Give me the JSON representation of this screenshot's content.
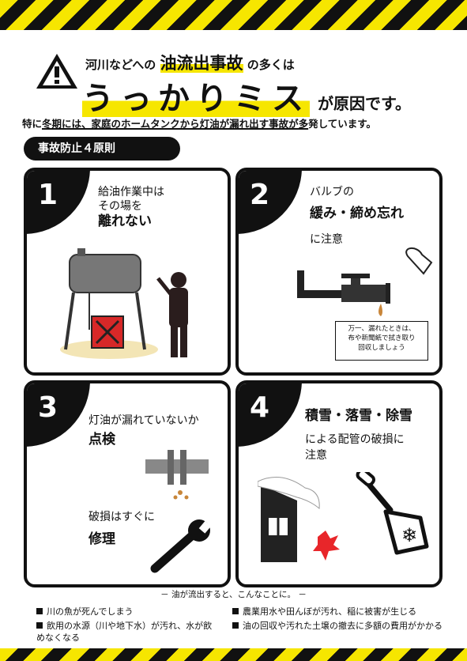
{
  "header": {
    "line1_pre": "河川などへの",
    "line1_emph": "油流出事故",
    "line1_post": "の多くは",
    "line2_main": "うっかりミス",
    "line2_post": "が原因です。",
    "subtitle_pre": "特に",
    "subtitle_u1": "冬期には、家庭のホームタンクから灯油が漏れ出す事故が多",
    "subtitle_post": "発しています。"
  },
  "section_label": "事故防止４原則",
  "panels": [
    {
      "num": "1",
      "line1": "給油作業中は",
      "line2": "その場を",
      "bold": "離れない"
    },
    {
      "num": "2",
      "line1": "バルブの",
      "bold": "緩み・締め忘れ",
      "line2": "に注意",
      "note1": "万一、漏れたときは、",
      "note2": "布や新聞紙で拭き取り",
      "note3": "回収しましょう"
    },
    {
      "num": "3",
      "line1": "灯油が漏れていないか",
      "bold": "点検",
      "line2": "破損はすぐに",
      "bold2": "修理"
    },
    {
      "num": "4",
      "bold": "積雪・落雪・除雪",
      "line1": "による配管の破損に",
      "line2": "注意"
    }
  ],
  "footer": {
    "title": "－ 油が流出すると、こんなことに。 －",
    "items": [
      "川の魚が死んでしまう",
      "飲用の水源（川や地下水）が汚れ、水が飲めなくなる",
      "農業用水や田んぼが汚れ、稲に被害が生じる",
      "油の回収や汚れた土壌の撤去に多額の費用がかかる"
    ]
  },
  "colors": {
    "accent": "#f6e600",
    "ink": "#111111",
    "oil": "#c8863a"
  }
}
